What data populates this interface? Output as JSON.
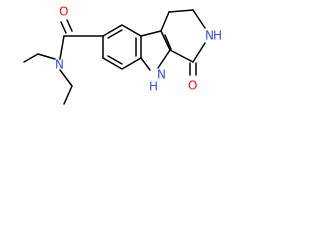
{
  "atoms": [
    {
      "label": "O",
      "element": "O",
      "name": "amide-oxygen"
    },
    {
      "label": "N",
      "element": "N",
      "name": "diethylamide-nitrogen"
    },
    {
      "label": "N",
      "element": "N",
      "name": "lactam-nitrogen"
    },
    {
      "label": "N",
      "element": "N",
      "name": "indole-nitrogen"
    },
    {
      "label": "H",
      "element": "N",
      "name": "indole-hydrogen"
    },
    {
      "label": "H",
      "element": "N",
      "name": "lactam-hydrogen"
    },
    {
      "label": "O",
      "element": "O",
      "name": "lactam-oxygen"
    }
  ],
  "colors": {
    "bond": "#000000",
    "oxygen": "#ff0d0d",
    "nitrogen": "#3050f8"
  }
}
